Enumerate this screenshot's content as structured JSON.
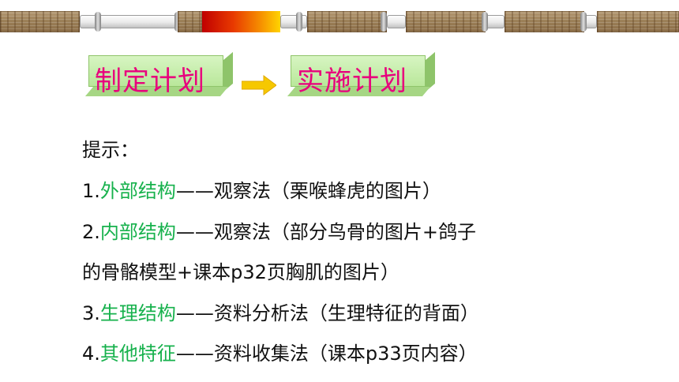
{
  "steps": {
    "make_plan": "制定计划",
    "do_plan": "实施计划"
  },
  "hint_title": "提示：",
  "items": [
    {
      "num": "1.",
      "key": "外部结构",
      "rest": "——观察法（栗喉蜂虎的图片）"
    },
    {
      "num": "2.",
      "key": "内部结构",
      "rest": "——观察法（部分鸟骨的图片+鸽子"
    },
    {
      "num": "3.",
      "key": "生理结构",
      "rest": "——资料分析法（生理特征的背面）"
    },
    {
      "num": "4.",
      "key": "其他特征",
      "rest": "——资料收集法（课本p33页内容）"
    }
  ],
  "item2_continued": "的骨骼模型+课本p32页胸肌的图片）",
  "colors": {
    "step_text": "#e8007d",
    "highlight": "#16b14c",
    "arrow": "#f6c800"
  }
}
